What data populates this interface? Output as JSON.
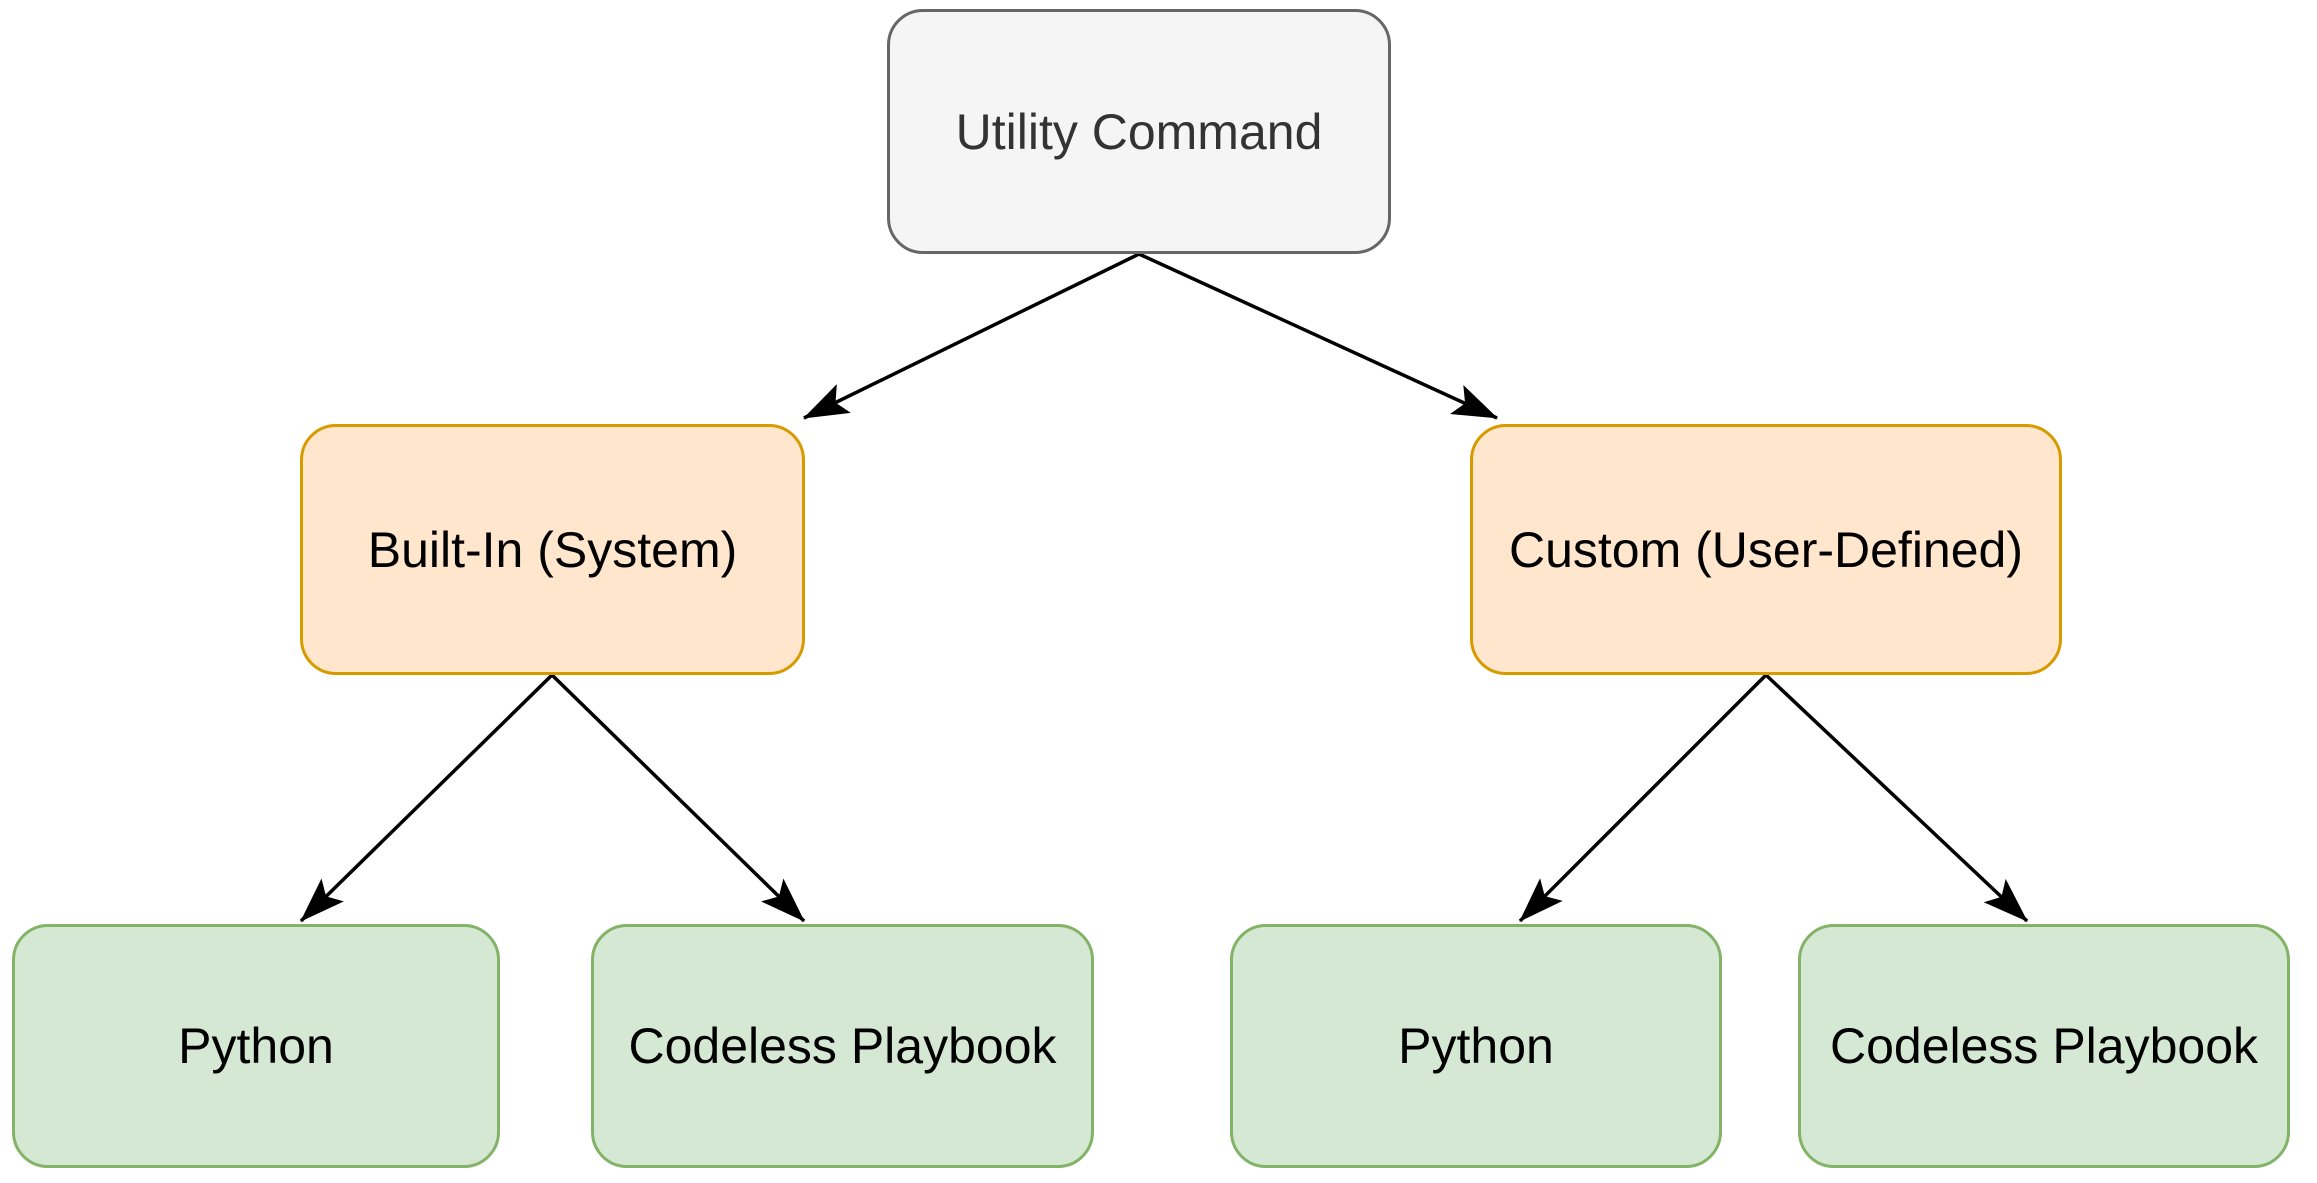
{
  "diagram": {
    "kind": "tree-flowchart",
    "background_color": "#ffffff",
    "edge_color": "#000000",
    "nodes": [
      {
        "id": "utility-command",
        "label": "Utility Command",
        "level": "root",
        "fill": "#f5f5f5",
        "stroke": "#666666",
        "text_color": "#333333"
      },
      {
        "id": "built-in",
        "label": "Built-In (System)",
        "level": "category",
        "fill": "#ffe6cc",
        "stroke": "#d79b00",
        "text_color": "#000000"
      },
      {
        "id": "custom",
        "label": "Custom (User-Defined)",
        "level": "category",
        "fill": "#ffe6cc",
        "stroke": "#d79b00",
        "text_color": "#000000"
      },
      {
        "id": "built-in-python",
        "label": "Python",
        "level": "leaf",
        "fill": "#d5e8d4",
        "stroke": "#82b366",
        "text_color": "#000000"
      },
      {
        "id": "built-in-codeless-playbook",
        "label": "Codeless Playbook",
        "level": "leaf",
        "fill": "#d5e8d4",
        "stroke": "#82b366",
        "text_color": "#000000"
      },
      {
        "id": "custom-python",
        "label": "Python",
        "level": "leaf",
        "fill": "#d5e8d4",
        "stroke": "#82b366",
        "text_color": "#000000"
      },
      {
        "id": "custom-codeless-playbook",
        "label": "Codeless Playbook",
        "level": "leaf",
        "fill": "#d5e8d4",
        "stroke": "#82b366",
        "text_color": "#000000"
      }
    ],
    "edges": [
      {
        "from": "utility-command",
        "to": "built-in"
      },
      {
        "from": "utility-command",
        "to": "custom"
      },
      {
        "from": "built-in",
        "to": "built-in-python"
      },
      {
        "from": "built-in",
        "to": "built-in-codeless-playbook"
      },
      {
        "from": "custom",
        "to": "custom-python"
      },
      {
        "from": "custom",
        "to": "custom-codeless-playbook"
      }
    ]
  }
}
